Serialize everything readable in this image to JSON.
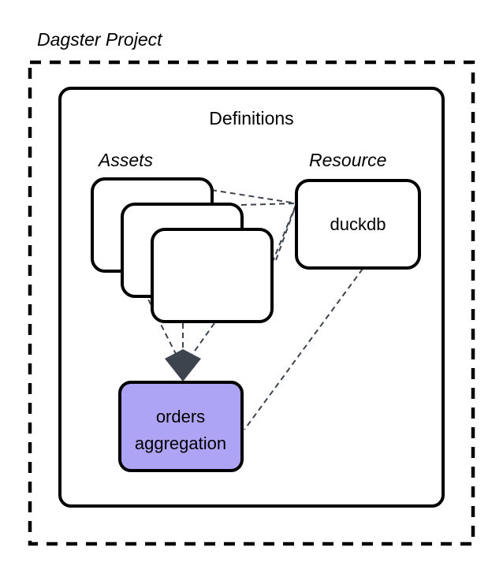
{
  "diagram": {
    "title": "Dagster Project",
    "colors": {
      "outline": "#000000",
      "background": "#ffffff",
      "card_fill": "#ffffff",
      "asset_highlight_fill": "#ada4f5",
      "arrow_fill": "#3d444d",
      "connector_stroke": "#3d444d"
    },
    "outer_frame": {
      "label": "Dagster Project",
      "style": "dashed"
    },
    "inner_frame": {
      "title": "Definitions",
      "style": "solid-rounded"
    },
    "groups": [
      {
        "id": "assets",
        "label": "Assets"
      },
      {
        "id": "resource",
        "label": "Resource"
      }
    ],
    "asset_cards": [
      {
        "id": "asset-card-1",
        "label": ""
      },
      {
        "id": "asset-card-2",
        "label": ""
      },
      {
        "id": "asset-card-3",
        "label": ""
      }
    ],
    "nodes": [
      {
        "id": "duckdb",
        "label": "duckdb",
        "group": "resource",
        "fill": "#ffffff"
      },
      {
        "id": "orders-aggregation",
        "label_line1": "orders",
        "label_line2": "aggregation",
        "label": "orders aggregation",
        "group": "assets",
        "fill": "#ada4f5"
      }
    ],
    "connectors": [
      {
        "from": "asset-card-1",
        "to": "duckdb",
        "style": "dashed"
      },
      {
        "from": "asset-card-2",
        "to": "duckdb",
        "style": "dashed"
      },
      {
        "from": "asset-card-3",
        "to": "duckdb",
        "style": "dashed"
      },
      {
        "from": "asset-card-1",
        "to": "orders-aggregation",
        "style": "dashed"
      },
      {
        "from": "asset-card-2",
        "to": "orders-aggregation",
        "style": "dashed"
      },
      {
        "from": "asset-card-3",
        "to": "orders-aggregation",
        "style": "dashed"
      },
      {
        "from": "duckdb",
        "to": "orders-aggregation",
        "style": "dashed"
      }
    ],
    "arrow_markers": [
      {
        "target": "orders-aggregation",
        "shape": "kite-down",
        "fill": "#3d444d"
      }
    ]
  }
}
